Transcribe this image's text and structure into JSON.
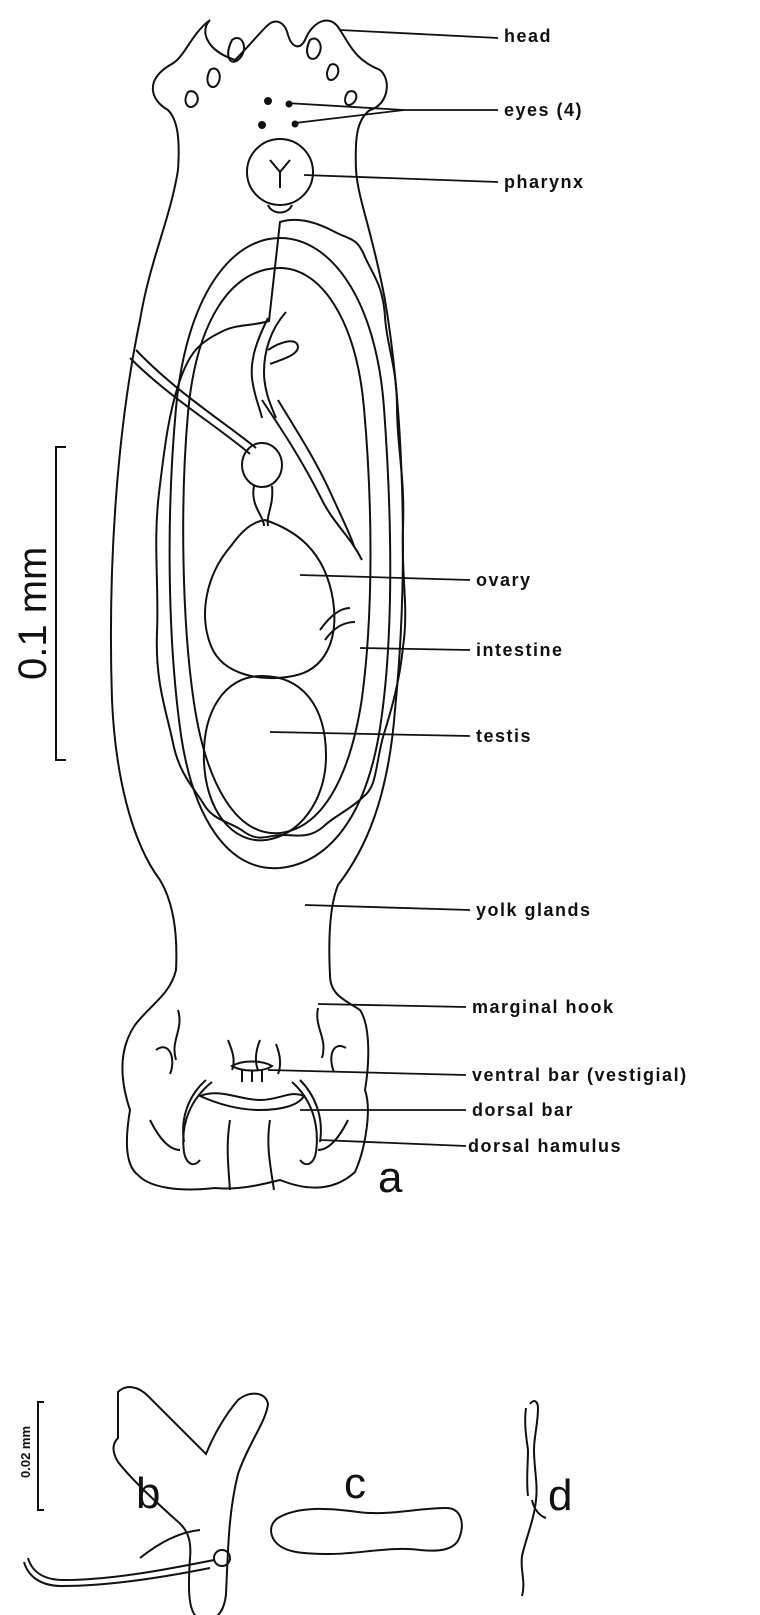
{
  "labels": {
    "head": "head",
    "eyes": "eyes (4)",
    "pharynx": "pharynx",
    "ovary": "ovary",
    "intestine": "intestine",
    "testis": "testis",
    "yolk_glands": "yolk glands",
    "marginal_hook": "marginal hook",
    "ventral_bar": "ventral bar (vestigial)",
    "dorsal_bar": "dorsal bar",
    "dorsal_hamulus": "dorsal hamulus"
  },
  "scale_bars": {
    "main": "0.1 mm",
    "small": "0.02 mm"
  },
  "panel_letters": {
    "a": "a",
    "b": "b",
    "c": "c",
    "d": "d"
  },
  "colors": {
    "ink": "#111111",
    "stipple": "#555555",
    "background": "#ffffff"
  }
}
